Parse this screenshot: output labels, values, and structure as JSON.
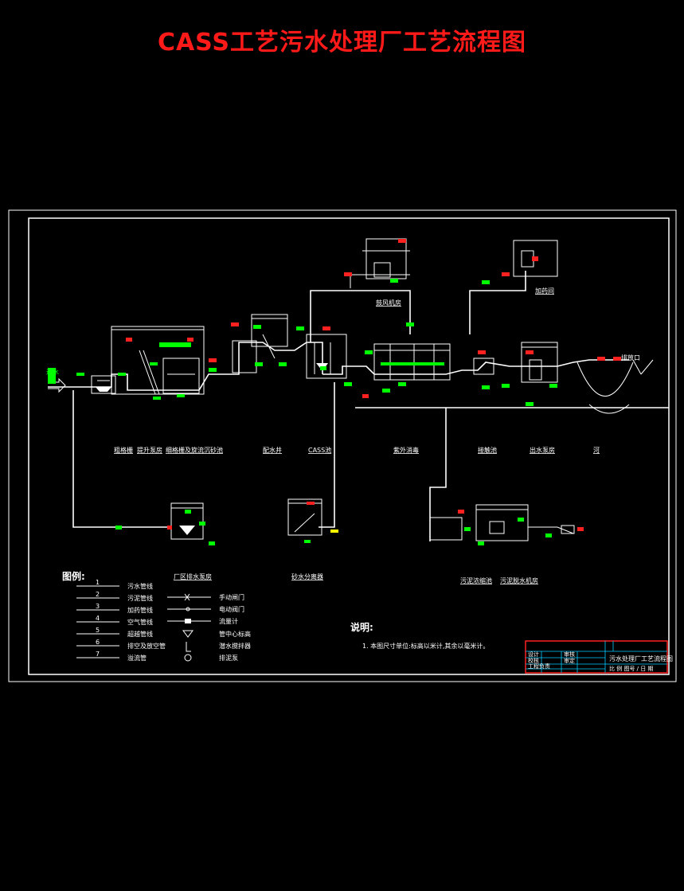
{
  "title": "CASS工艺污水处理厂工艺流程图",
  "colors": {
    "background": "#000000",
    "title": "#ff1a1a",
    "lines": "#ffffff",
    "tags": "#00ff00",
    "markers": "#ff2020",
    "title_block_frame": "#ff2020",
    "title_block_cells": "#00ccff"
  },
  "process_units": {
    "coarse_screen": "粗格栅",
    "lift_pump_well": "提升泵房",
    "fine_screen_grit": "细格栅及旋流沉砂池",
    "distribution_well": "配水井",
    "cass_tank": "CASS池",
    "uv_disinfection": "紫外消毒",
    "contact_tank": "接触池",
    "outfall_pump": "出水泵房",
    "river": "河"
  },
  "sub_labels": {
    "blower_room": "鼓风机房",
    "dosing_room": "加药间",
    "plant_drainage": "厂区排水泵房",
    "sand_water_separator": "砂水分离器",
    "sludge_thickener": "污泥浓缩池",
    "sludge_dewatering_room": "污泥脱水机房"
  },
  "legend": {
    "heading": "图例:",
    "items": [
      {
        "num": "1",
        "label": "污水管线"
      },
      {
        "num": "2",
        "label": "污泥管线"
      },
      {
        "num": "3",
        "label": "加药管线"
      },
      {
        "num": "4",
        "label": "空气管线"
      },
      {
        "num": "5",
        "label": "超越管线"
      },
      {
        "num": "6",
        "label": "排空及放空管"
      },
      {
        "num": "7",
        "label": "溢流管"
      }
    ],
    "symbols": [
      {
        "label": "手动闸门"
      },
      {
        "label": "电动阀门"
      },
      {
        "label": "流量计"
      },
      {
        "label": "管中心标高"
      },
      {
        "label": "潜水搅拌器"
      },
      {
        "label": "排泥泵"
      }
    ]
  },
  "notes": {
    "heading": "说明:",
    "line1": "1. 本图尺寸单位:标高以米计,其余以毫米计。"
  },
  "title_block": {
    "drawing_name": "污水处理厂工艺流程图",
    "row_labels": [
      "设计",
      "校核",
      "审核",
      "审定",
      "工程负责"
    ],
    "footer": "比 例   图号 / 日 期"
  },
  "inflow_label": "进水",
  "outflow_label": "排放口"
}
